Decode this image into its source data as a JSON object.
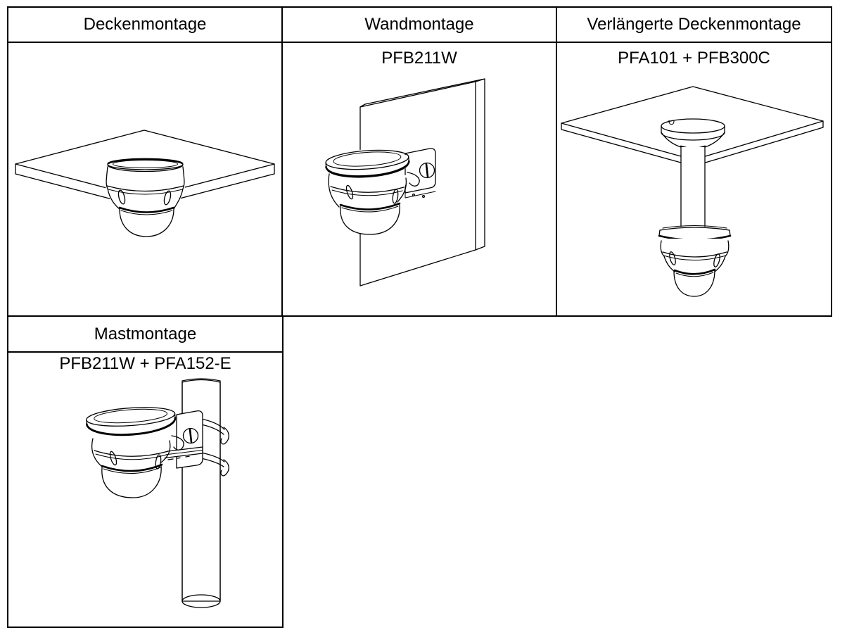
{
  "colors": {
    "line": "#000000",
    "background": "#ffffff",
    "table_border": "#000000"
  },
  "table": {
    "columns": [
      {
        "header": "Deckenmontage",
        "illustration": "dome-camera-under-ceiling-panel"
      },
      {
        "header": "Wandmontage",
        "model": "PFB211W",
        "illustration": "dome-camera-on-wall-bracket"
      },
      {
        "header": "Verlängerte Deckenmontage",
        "model": "PFA101 + PFB300C",
        "illustration": "dome-camera-on-pendant-pole-under-ceiling"
      }
    ],
    "pole_row": {
      "header": "Mastmontage",
      "model": "PFB211W + PFA152-E",
      "illustration": "dome-camera-on-pole-with-straps"
    }
  }
}
